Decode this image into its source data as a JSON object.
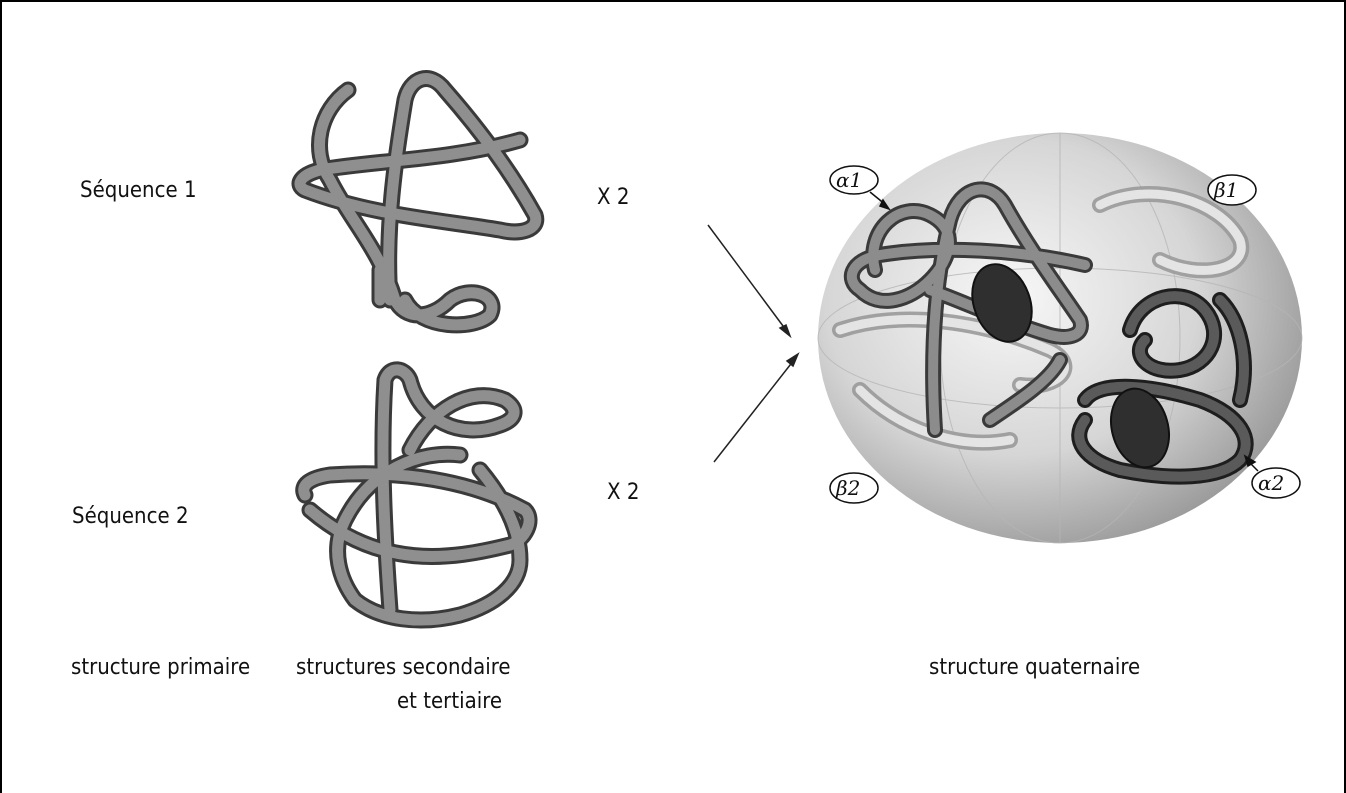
{
  "labels": {
    "seq1": "Séquence 1",
    "seq2": "Séquence 2",
    "x2_top": "X 2",
    "x2_bottom": "X 2",
    "primary": "structure primaire",
    "sec_tert_line1": "structures secondaire",
    "sec_tert_line2": "et tertiaire",
    "quaternary": "structure quaternaire"
  },
  "subunits": {
    "alpha1": "α1",
    "beta1": "β1",
    "beta2": "β2",
    "alpha2": "α2"
  },
  "colors": {
    "tube": "#8f8f8f",
    "tube_outline": "#3a3a3a",
    "heme": "#2f2f2f",
    "sphere_light": "#f4f4f4",
    "sphere_dark": "#9a9a9a"
  },
  "icons": [
    "arrow-icon",
    "heme-icon",
    "protein-chain-icon",
    "sphere-icon"
  ]
}
